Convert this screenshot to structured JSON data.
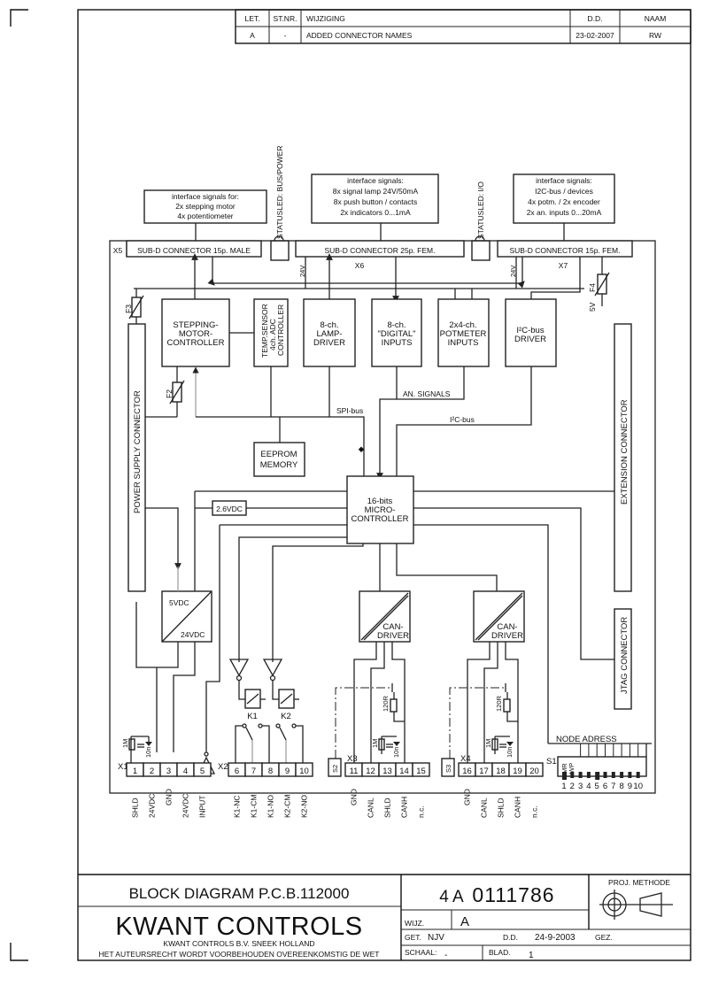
{
  "revision_table": {
    "headers": [
      "LET.",
      "ST.NR.",
      "WIJZIGING",
      "D.D.",
      "NAAM"
    ],
    "rows": [
      [
        "A",
        "-",
        "ADDED CONNECTOR NAMES",
        "23-02-2007",
        "RW"
      ]
    ]
  },
  "interface_boxes": {
    "x5": [
      "interface signals for:",
      "2x stepping motor",
      "4x potentiometer"
    ],
    "x6": [
      "interface signals:",
      "8x signal lamp 24V/50mA",
      "8x push button / contacts",
      "2x indicators 0...1mA"
    ],
    "x7": [
      "interface signals:",
      "I2C-bus / devices",
      "4x potm. / 2x encoder",
      "2x an. inputs 0...20mA"
    ]
  },
  "status_leds": {
    "bus_power": "STATUSLED: BUS/POWER",
    "io": "STATUSLED: I/O"
  },
  "connectors": {
    "x5": {
      "id": "X5",
      "label": "SUB-D CONNECTOR 15p. MALE"
    },
    "x6": {
      "id": "X6",
      "label": "SUB-D CONNECTOR 25p. FEM.",
      "voltage": "24V"
    },
    "x7": {
      "id": "X7",
      "label": "SUB-D CONNECTOR 15p. FEM.",
      "voltage": "24V"
    }
  },
  "fuses": {
    "f1": "F2",
    "f3": "F3",
    "f4": "F4",
    "f4_voltage": "5V"
  },
  "blocks": {
    "stepping": [
      "STEPPING-",
      "MOTOR-",
      "CONTROLLER"
    ],
    "temp": [
      "TEMP.SENSOR",
      "4ch. ADC",
      "CONTROLLER"
    ],
    "lamp": [
      "8-ch.",
      "LAMP-",
      "DRIVER"
    ],
    "digital": [
      "8-ch.",
      "\"DIGITAL\"",
      "INPUTS"
    ],
    "potmeter": [
      "2x4-ch.",
      "POTMETER",
      "INPUTS"
    ],
    "i2c_driver": [
      "I²C-bus",
      "DRIVER"
    ],
    "eeprom": [
      "EEPROM",
      "MEMORY"
    ],
    "mcu": [
      "16-bits",
      "MICRO-",
      "CONTROLLER"
    ],
    "vref": "2.6VDC",
    "psu_in": "5VDC",
    "psu_out": "24VDC",
    "can1": [
      "CAN-",
      "DRIVER"
    ],
    "can2": [
      "CAN-",
      "DRIVER"
    ],
    "power_supply_connector": "POWER SUPPLY CONNECTOR",
    "extension_connector": "EXTENSION CONNECTOR",
    "jtag_connector": "JTAG CONNECTOR"
  },
  "bus_labels": {
    "spi": "SPI-bus",
    "an_signals": "AN. SIGNALS",
    "i2c": "I²C-bus",
    "node_address": "NODE ADRESS"
  },
  "relays": {
    "k1": "K1",
    "k2": "K2"
  },
  "passives": {
    "r_1m": "1M",
    "c_10n": "10n",
    "r_120": "120R"
  },
  "terminals": {
    "x1": {
      "id": "X1",
      "pins": [
        "1",
        "2",
        "3",
        "4",
        "5"
      ],
      "names": [
        "SHLD",
        "24VDC",
        "GND",
        "24VDC",
        "INPUT"
      ]
    },
    "x2": {
      "id": "X2",
      "pins": [
        "6",
        "7",
        "8",
        "9",
        "10"
      ],
      "names": [
        "K1-NC",
        "K1-CM",
        "K1-NO",
        "K2-CM",
        "K2-NO"
      ]
    },
    "x3": {
      "id": "X3",
      "switch": "S2",
      "pins": [
        "11",
        "12",
        "13",
        "14",
        "15"
      ],
      "names": [
        "GND",
        "CANL",
        "SHLD",
        "CANH",
        "n.c."
      ]
    },
    "x4": {
      "id": "X4",
      "switch": "S3",
      "pins": [
        "16",
        "17",
        "18",
        "19",
        "20"
      ],
      "names": [
        "GND",
        "CANL",
        "SHLD",
        "CANH",
        "n.c."
      ]
    },
    "s1": {
      "id": "S1",
      "pins": [
        "1",
        "2",
        "3",
        "4",
        "5",
        "6",
        "7",
        "8",
        "9",
        "10"
      ],
      "tags": [
        "MR",
        "WP"
      ]
    }
  },
  "title_block": {
    "title": "BLOCK DIAGRAM P.C.B.112000",
    "company": "KWANT CONTROLS",
    "company_sub": "KWANT CONTROLS B.V. SNEEK HOLLAND",
    "copyright": "HET AUTEURSRECHT WORDT VOORBEHOUDEN OVEREENKOMSTIG DE WET",
    "drawing_prefix": "4 A",
    "drawing_number": "0111786",
    "proj_label": "PROJ. METHODE",
    "wijz_label": "WIJZ.",
    "wijz_value": "A",
    "get_label": "GET.",
    "get_value": "NJV",
    "dd_label": "D.D.",
    "dd_value": "24-9-2003",
    "gez_label": "GEZ.",
    "schaal_label": "SCHAAL:",
    "schaal_value": "-",
    "blad_label": "BLAD.",
    "blad_value": "1"
  }
}
